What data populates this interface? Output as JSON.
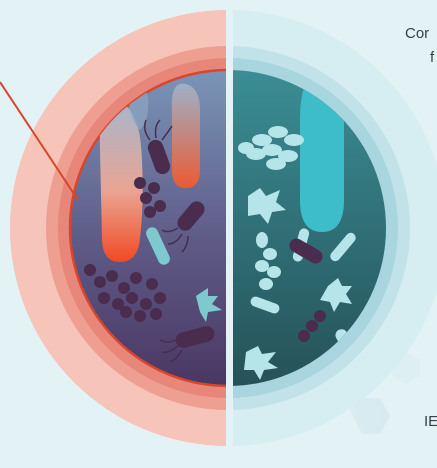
{
  "labels": {
    "top_line1": "Cor",
    "top_line2": "f",
    "bottom": "IE"
  },
  "colors": {
    "background": "#e3f2f5",
    "left_outer_ring": "#f6c3b8",
    "left_mid_ring": "#ee9f92",
    "left_inner_ring": "#e98e80",
    "left_interior_top": "#6f8ab0",
    "left_interior_bottom": "#4d3a66",
    "left_boundary_line": "#d9462d",
    "crypt_gradient_top": "#e9b0a3",
    "crypt_gradient_bottom": "#ef4a26",
    "bacteria_left": "#4a2c4e",
    "right_outer_ring": "#d8eef2",
    "right_mid_ring": "#c3e3ea",
    "right_inner_ring": "#a8d6df",
    "right_interior_top": "#38878f",
    "right_interior_bottom": "#27575d",
    "crypt_teal": "#3dbdc9",
    "bacteria_right_light": "#b6e7ea",
    "bacteria_right_dark": "#4a2c4e"
  },
  "icons": {
    "left_half": "inflamed-gut-cross-section",
    "right_half": "healthy-gut-cross-section"
  }
}
